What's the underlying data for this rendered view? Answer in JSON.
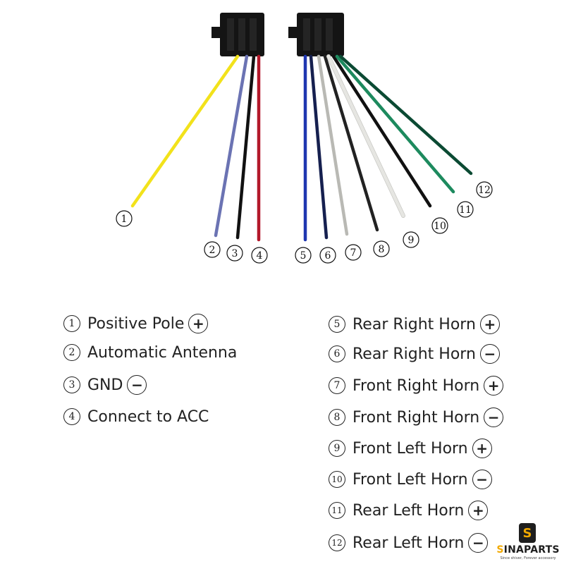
{
  "wires": [
    {
      "num": "1",
      "color": "#f2e21b"
    },
    {
      "num": "2",
      "color": "#6b73b3"
    },
    {
      "num": "3",
      "color": "#111111"
    },
    {
      "num": "4",
      "color": "#b3182a"
    },
    {
      "num": "5",
      "color": "#1f36b0"
    },
    {
      "num": "6",
      "color": "#16204f"
    },
    {
      "num": "7",
      "color": "#b9b9b4"
    },
    {
      "num": "8",
      "color": "#222222"
    },
    {
      "num": "9",
      "color": "#e6e6e2"
    },
    {
      "num": "10",
      "color": "#111111"
    },
    {
      "num": "11",
      "color": "#1d8a5e"
    },
    {
      "num": "12",
      "color": "#0b4a33"
    }
  ],
  "legend_left": [
    {
      "num": "1",
      "label": "Positive Pole",
      "sign": "+"
    },
    {
      "num": "2",
      "label": "Automatic Antenna",
      "sign": ""
    },
    {
      "num": "3",
      "label": "GND",
      "sign": "−"
    },
    {
      "num": "4",
      "label": "Connect to ACC",
      "sign": ""
    }
  ],
  "legend_right": [
    {
      "num": "5",
      "label": "Rear Right Horn",
      "sign": "+"
    },
    {
      "num": "6",
      "label": "Rear Right Horn",
      "sign": "−"
    },
    {
      "num": "7",
      "label": "Front Right Horn",
      "sign": "+"
    },
    {
      "num": "8",
      "label": "Front Right Horn",
      "sign": "−"
    },
    {
      "num": "9",
      "label": "Front Left Horn",
      "sign": "+"
    },
    {
      "num": "10",
      "label": "Front Left Horn",
      "sign": "−"
    },
    {
      "num": "11",
      "label": "Rear Left Horn",
      "sign": "+"
    },
    {
      "num": "12",
      "label": "Rear Left Horn",
      "sign": "−"
    }
  ],
  "logo": {
    "badge": "S",
    "brand_first": "S",
    "brand_rest": "INAPARTS",
    "tagline": "Since shiver, Forever accessory",
    "accent": "#f2a900"
  }
}
